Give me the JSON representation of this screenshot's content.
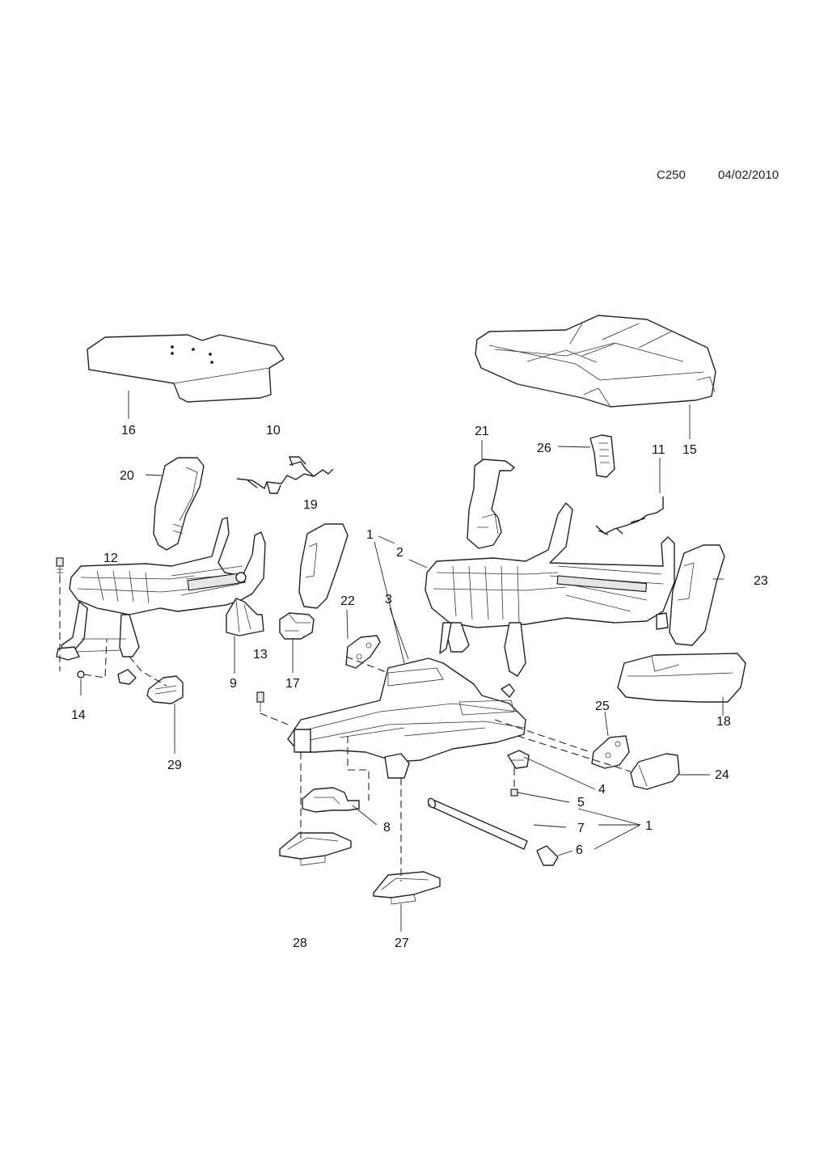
{
  "header": {
    "code": "C250",
    "date": "04/02/2010"
  },
  "callouts": [
    "1",
    "1",
    "2",
    "3",
    "4",
    "5",
    "6",
    "7",
    "8",
    "9",
    "10",
    "11",
    "12",
    "13",
    "14",
    "15",
    "16",
    "17",
    "18",
    "19",
    "20",
    "21",
    "22",
    "23",
    "24",
    "25",
    "26",
    "27",
    "28",
    "29"
  ]
}
